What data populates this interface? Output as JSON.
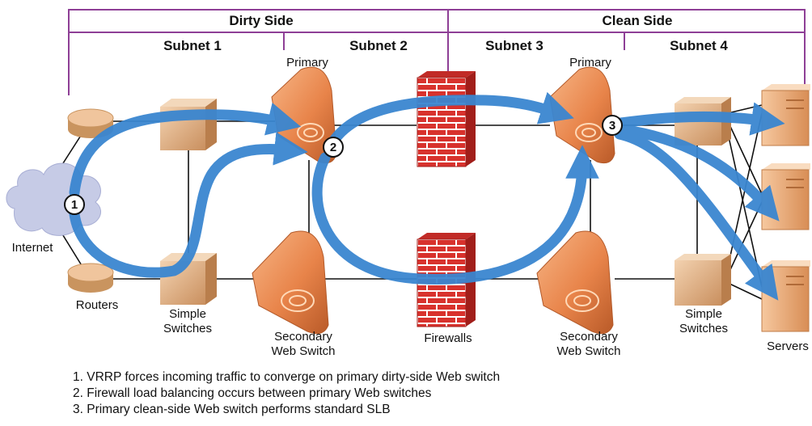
{
  "sections": {
    "dirty_side": "Dirty Side",
    "clean_side": "Clean Side"
  },
  "subnets": [
    "Subnet 1",
    "Subnet 2",
    "Subnet 3",
    "Subnet 4"
  ],
  "labels": {
    "primary_left": "Primary",
    "primary_right": "Primary",
    "internet": "Internet",
    "routers": "Routers",
    "simple_switches_left": [
      "Simple",
      "Switches"
    ],
    "secondary_left": [
      "Secondary",
      "Web Switch"
    ],
    "firewalls": "Firewalls",
    "secondary_right": [
      "Secondary",
      "Web Switch"
    ],
    "simple_switches_right": [
      "Simple",
      "Switches"
    ],
    "servers": "Servers"
  },
  "markers": [
    "1",
    "2",
    "3"
  ],
  "notes": [
    "1. VRRP forces incoming traffic to converge on primary dirty-side Web switch",
    "2. Firewall load balancing occurs between primary Web switches",
    "3. Primary clean-side Web switch performs standard SLB"
  ],
  "colors": {
    "bracket": "#8e3f96",
    "flow_arrow": "#3a86d0",
    "web_switch": "#e88a4e",
    "firewall_brick": "#d8322d",
    "router": "#f0c59d",
    "simple_switch": "#e2b589",
    "server": "#f0b98a",
    "cloud": "#c6cbe6"
  },
  "icons": [
    "cloud-icon",
    "router-icon",
    "switch-icon",
    "web-switch-icon",
    "firewall-icon",
    "server-icon"
  ]
}
